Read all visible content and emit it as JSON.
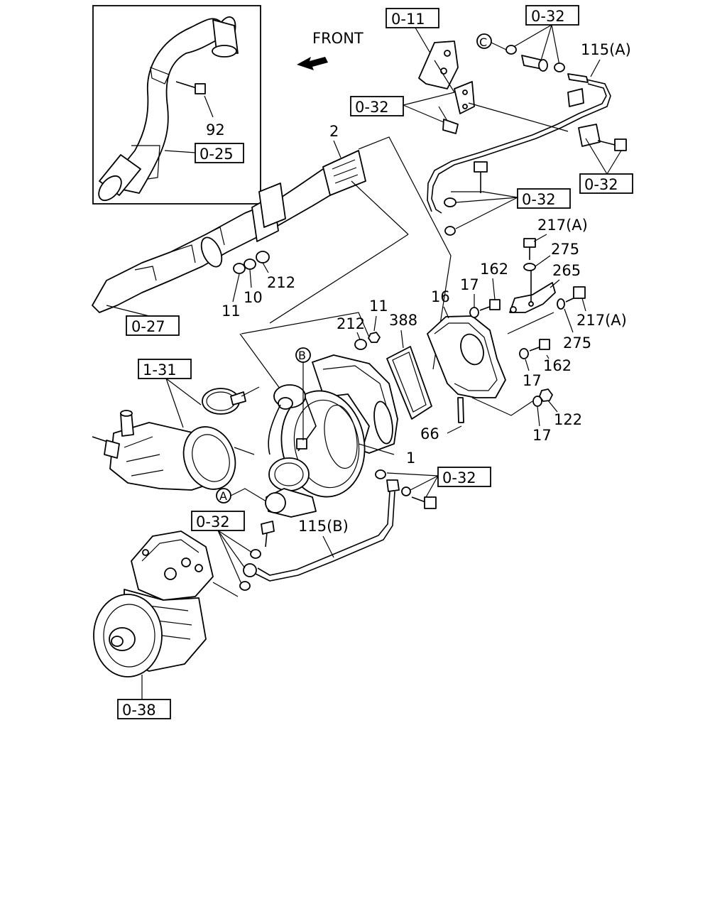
{
  "front_label": "FRONT",
  "refs": {
    "r011": "0-11",
    "r032_top": "0-32",
    "r032_left": "0-32",
    "r032_right": "0-32",
    "r032_mid": "0-32",
    "r032_lower": "0-32",
    "r032_bottom": "0-32",
    "r025": "0-25",
    "r027": "0-27",
    "r131": "1-31",
    "r038": "0-38"
  },
  "callouts": {
    "a": "A",
    "b": "B",
    "c": "C"
  },
  "parts": {
    "p1": "1",
    "p2": "2",
    "p10": "10",
    "p11a": "11",
    "p11b": "11",
    "p16": "16",
    "p17a": "17",
    "p17b": "17",
    "p17c": "17",
    "p66": "66",
    "p92": "92",
    "p115a": "115(A)",
    "p115b": "115(B)",
    "p122": "122",
    "p162a": "162",
    "p162b": "162",
    "p212a": "212",
    "p212b": "212",
    "p217a": "217(A)",
    "p217b": "217(A)",
    "p265": "265",
    "p275a": "275",
    "p275b": "275",
    "p388": "388"
  }
}
